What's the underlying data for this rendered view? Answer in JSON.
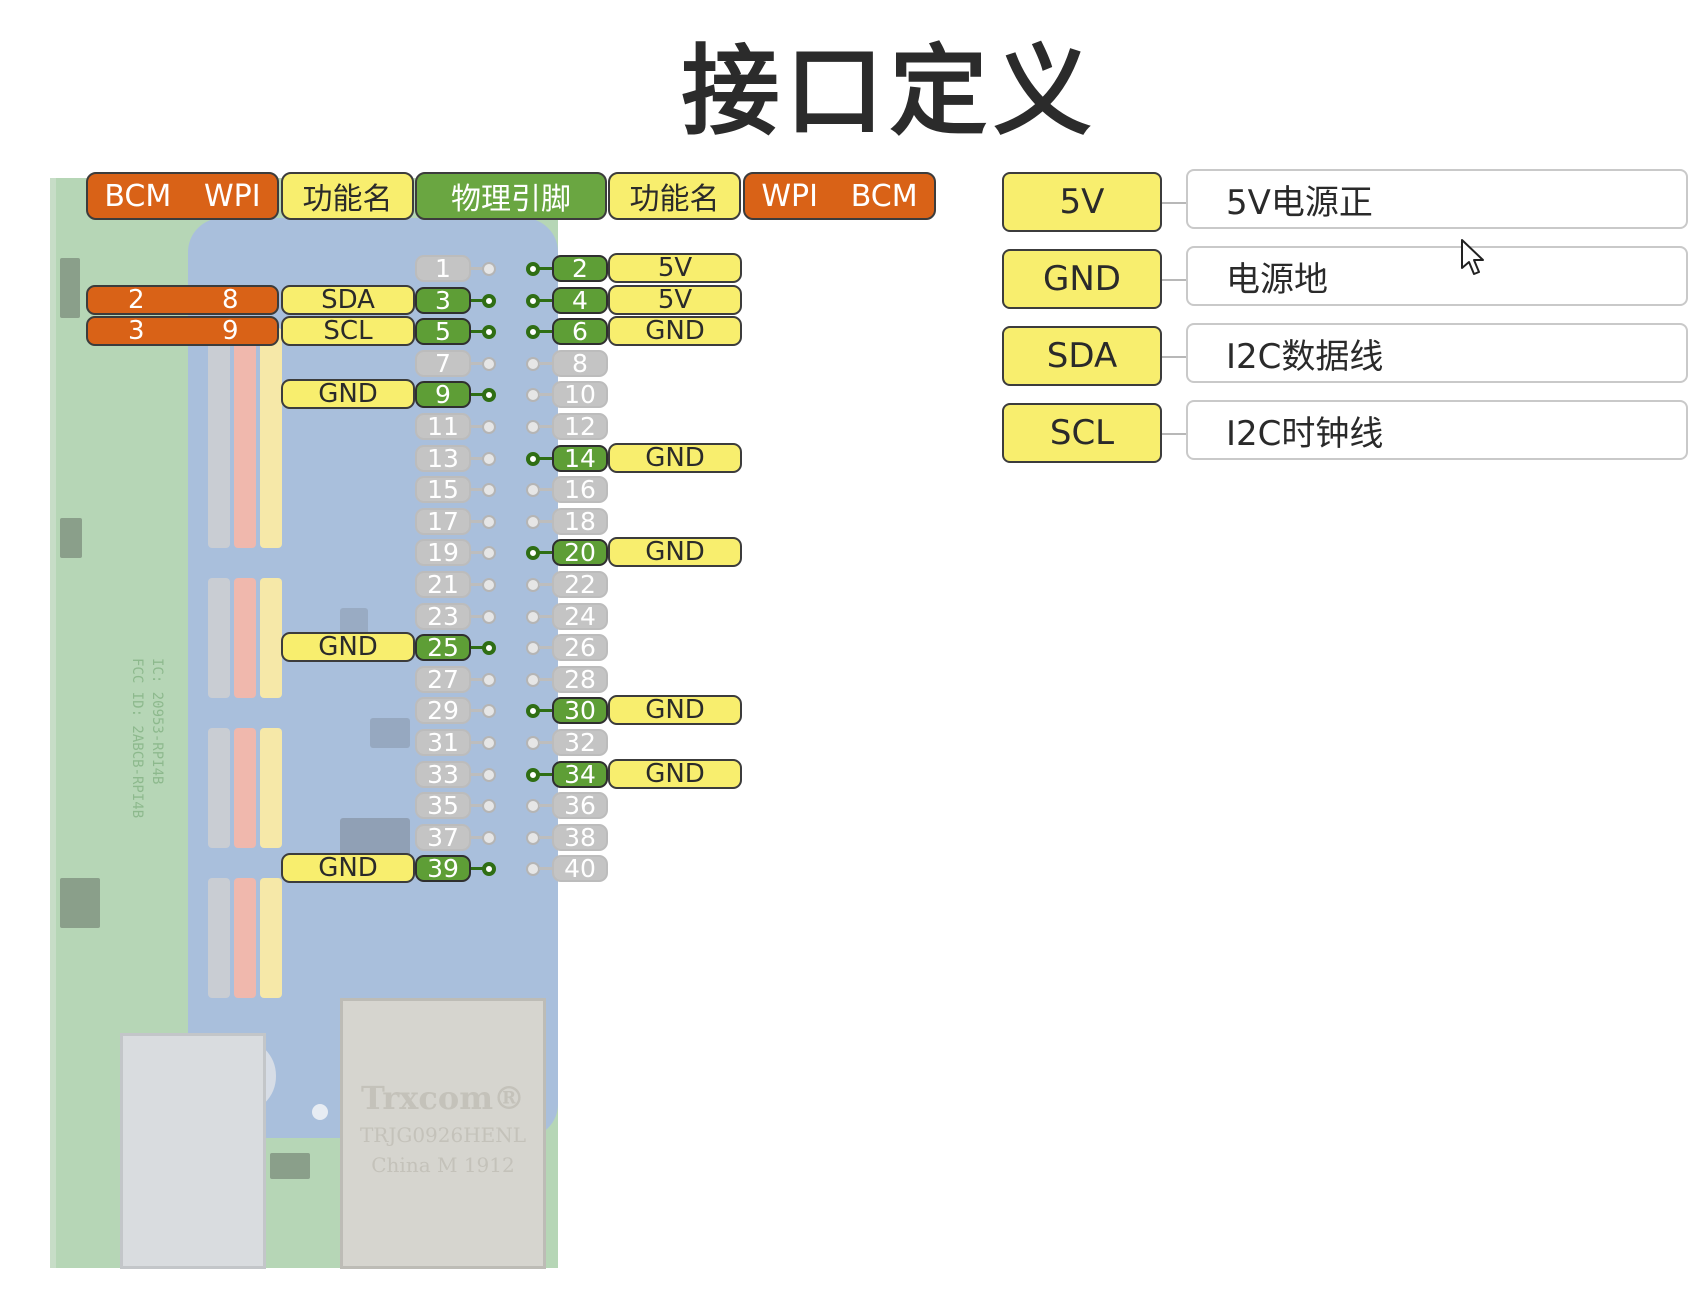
{
  "title": "接口定义",
  "header": {
    "bcm_left": "BCM",
    "wpi_left": "WPI",
    "func_left": "功能名",
    "physical": "物理引脚",
    "func_right": "功能名",
    "wpi_right": "WPI",
    "bcm_right": "BCM"
  },
  "pins": [
    {
      "n": "1",
      "on": false
    },
    {
      "n": "2",
      "on": true
    },
    {
      "n": "3",
      "on": true
    },
    {
      "n": "4",
      "on": true
    },
    {
      "n": "5",
      "on": true
    },
    {
      "n": "6",
      "on": true
    },
    {
      "n": "7",
      "on": false
    },
    {
      "n": "8",
      "on": false
    },
    {
      "n": "9",
      "on": true
    },
    {
      "n": "10",
      "on": false
    },
    {
      "n": "11",
      "on": false
    },
    {
      "n": "12",
      "on": false
    },
    {
      "n": "13",
      "on": false
    },
    {
      "n": "14",
      "on": true
    },
    {
      "n": "15",
      "on": false
    },
    {
      "n": "16",
      "on": false
    },
    {
      "n": "17",
      "on": false
    },
    {
      "n": "18",
      "on": false
    },
    {
      "n": "19",
      "on": false
    },
    {
      "n": "20",
      "on": true
    },
    {
      "n": "21",
      "on": false
    },
    {
      "n": "22",
      "on": false
    },
    {
      "n": "23",
      "on": false
    },
    {
      "n": "24",
      "on": false
    },
    {
      "n": "25",
      "on": true
    },
    {
      "n": "26",
      "on": false
    },
    {
      "n": "27",
      "on": false
    },
    {
      "n": "28",
      "on": false
    },
    {
      "n": "29",
      "on": false
    },
    {
      "n": "30",
      "on": true
    },
    {
      "n": "31",
      "on": false
    },
    {
      "n": "32",
      "on": false
    },
    {
      "n": "33",
      "on": false
    },
    {
      "n": "34",
      "on": true
    },
    {
      "n": "35",
      "on": false
    },
    {
      "n": "36",
      "on": false
    },
    {
      "n": "37",
      "on": false
    },
    {
      "n": "38",
      "on": false
    },
    {
      "n": "39",
      "on": true
    },
    {
      "n": "40",
      "on": false
    }
  ],
  "left_functions": [
    {
      "pin": "3",
      "label": "SDA",
      "bcm": "2",
      "wpi": "8"
    },
    {
      "pin": "5",
      "label": "SCL",
      "bcm": "3",
      "wpi": "9"
    },
    {
      "pin": "9",
      "label": "GND"
    },
    {
      "pin": "25",
      "label": "GND"
    },
    {
      "pin": "39",
      "label": "GND"
    }
  ],
  "right_functions": [
    {
      "pin": "2",
      "label": "5V"
    },
    {
      "pin": "4",
      "label": "5V"
    },
    {
      "pin": "6",
      "label": "GND"
    },
    {
      "pin": "14",
      "label": "GND"
    },
    {
      "pin": "20",
      "label": "GND"
    },
    {
      "pin": "30",
      "label": "GND"
    },
    {
      "pin": "34",
      "label": "GND"
    }
  ],
  "legend": [
    {
      "tag": "5V",
      "desc": "5V电源正"
    },
    {
      "tag": "GND",
      "desc": "电源地"
    },
    {
      "tag": "SDA",
      "desc": "I2C数据线"
    },
    {
      "tag": "SCL",
      "desc": "I2C时钟线"
    }
  ],
  "board_text": {
    "rj45_brand": "Trxcom®",
    "rj45_model": "TRJG0926HENL",
    "rj45_origin": "China M 1912",
    "fcc": "FCC ID: 2ABCB-RPI4B",
    "ic": "IC: 20953-RPI4B"
  },
  "colors": {
    "bcm_wpi": "#d96217",
    "function": "#f8ee6e",
    "physical": "#6aa641",
    "inactive_pin": "#c4c4c4"
  }
}
